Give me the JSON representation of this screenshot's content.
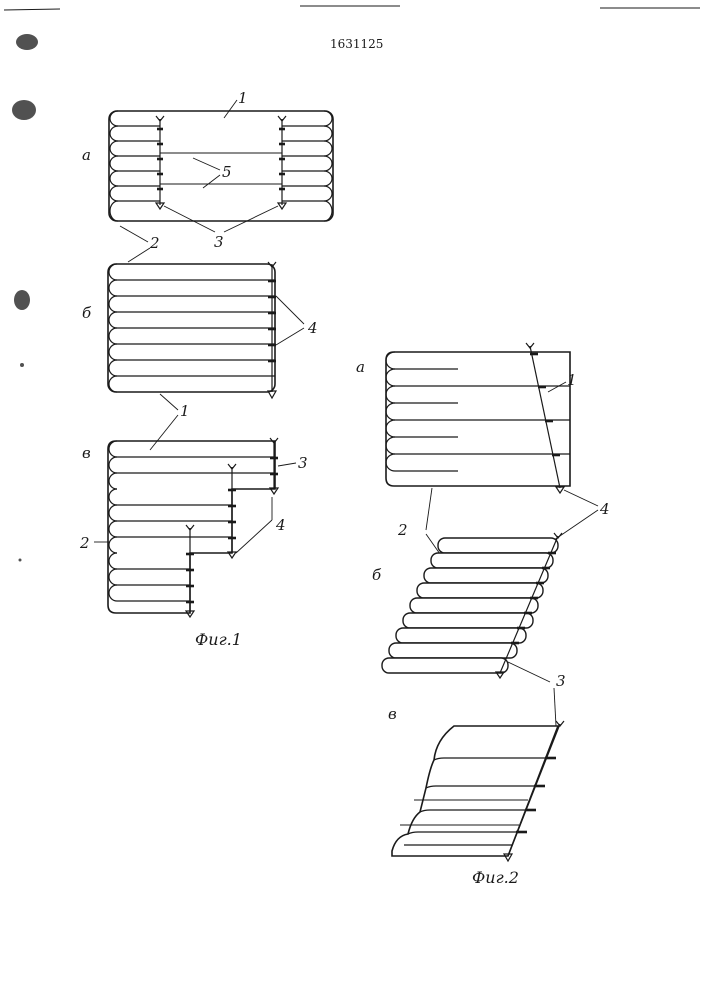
{
  "document": {
    "number": "1631125"
  },
  "fig1": {
    "caption": "Фиг.1",
    "panels": {
      "a": "а",
      "b": "б",
      "v": "в"
    },
    "refs": {
      "r1_top": "1",
      "r5": "5",
      "r3_a": "3",
      "r2_mid": "2",
      "r4_b": "4",
      "r1_mid": "1",
      "r3_v": "3",
      "r4_v": "4",
      "r2_v": "2"
    }
  },
  "fig2": {
    "caption": "Фиг.2",
    "panels": {
      "a": "а",
      "b": "б",
      "v": "в"
    },
    "refs": {
      "r1": "1",
      "r2": "2",
      "r4": "4",
      "r3": "3"
    }
  },
  "colors": {
    "ink": "#1a1a1a",
    "paper": "#ffffff"
  }
}
